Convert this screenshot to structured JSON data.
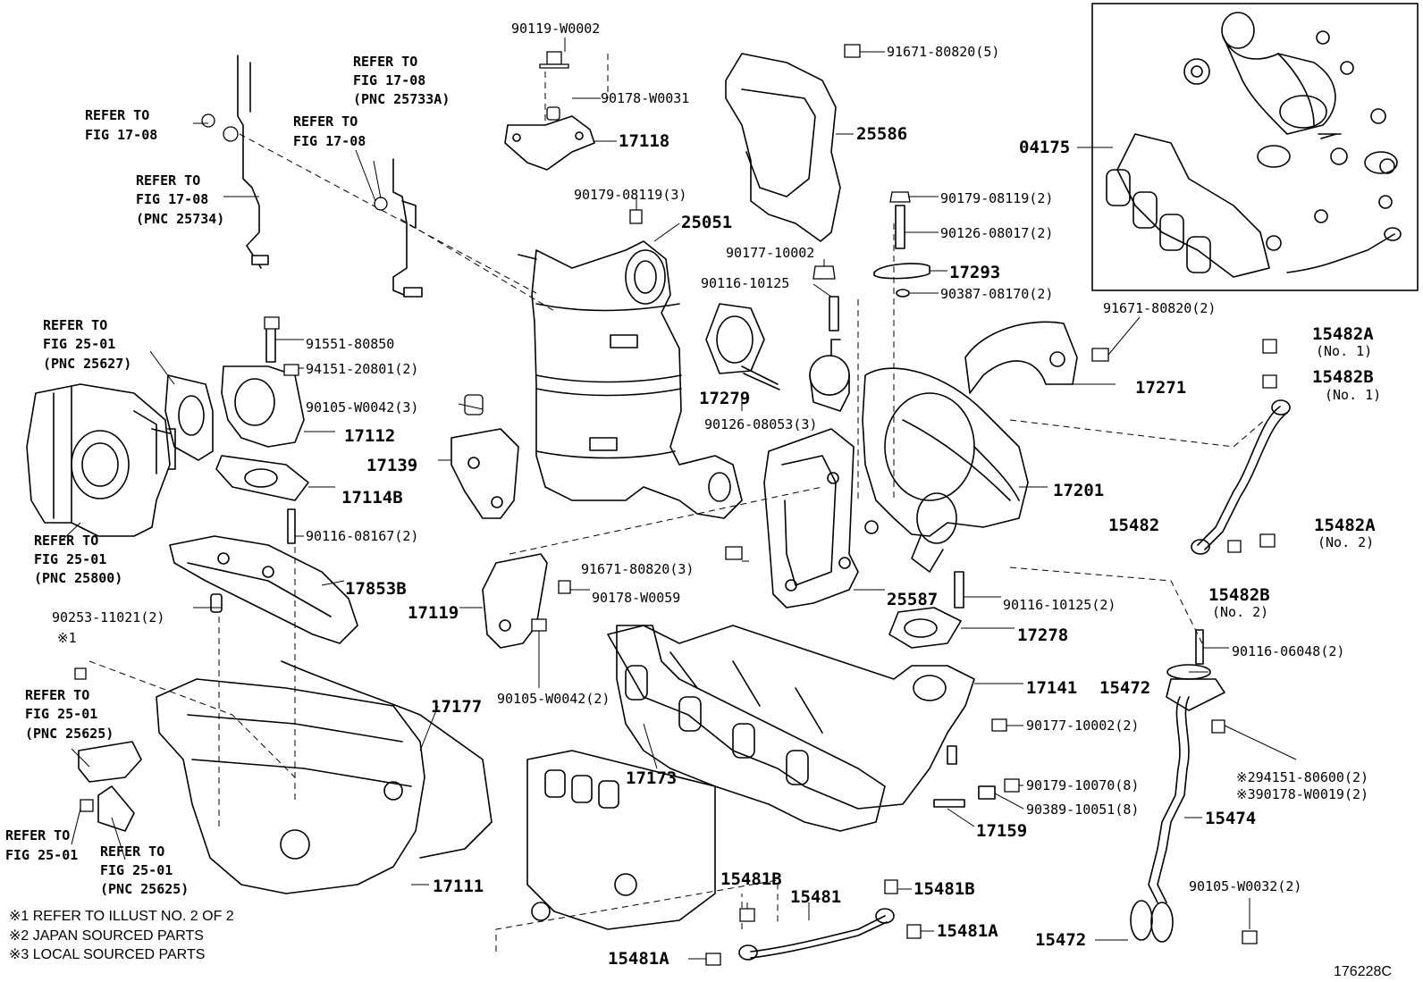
{
  "callouts": {
    "c90119": "90119-W0002",
    "c90178_31": "90178-W0031",
    "c17118": "17118",
    "c90179_3": "90179-08119(3)",
    "c25051": "25051",
    "c91671_5": "91671-80820(5)",
    "c25586": "25586",
    "c04175": "04175",
    "c90179_2": "90179-08119(2)",
    "c90126_2": "90126-08017(2)",
    "c90177_a": "90177-10002",
    "c17293": "17293",
    "c90116_a": "90116-10125",
    "c90387": "90387-08170(2)",
    "c91671_2": "91671-80820(2)",
    "c15482A1": "15482A",
    "c15482A1n": "(No. 1)",
    "c15482B1": "15482B",
    "c15482B1n": "(No. 1)",
    "c91551": "91551-80850",
    "c94151": "94151-20801(2)",
    "c17279": "17279",
    "c90126_3": "90126-08053(3)",
    "c17271": "17271",
    "c90105_3": "90105-W0042(3)",
    "c17112": "17112",
    "c17139": "17139",
    "c17114B": "17114B",
    "c17201": "17201",
    "c15482": "15482",
    "c15482A2": "15482A",
    "c15482A2n": "(No. 2)",
    "c15482B2": "15482B",
    "c15482B2n": "(No. 2)",
    "c90116_2": "90116-08167(2)",
    "c91671_3": "91671-80820(3)",
    "c17853B": "17853B",
    "c25587": "25587",
    "c17119": "17119",
    "c90178_59": "90178-W0059",
    "c90116_1012": "90116-10125(2)",
    "c90253": "90253-11021(2)",
    "c17278": "17278",
    "cmark1": "※1",
    "c90116_6048": "90116-06048(2)",
    "c90105_2": "90105-W0042(2)",
    "c17141": "17141",
    "c15472a": "15472",
    "c17177": "17177",
    "c90177_2": "90177-10002(2)",
    "c17173": "17173",
    "c94151_b": "※294151-80600(2)",
    "c90178_19": "※390178-W0019(2)",
    "c90179_8": "90179-10070(8)",
    "c90389": "90389-10051(8)",
    "c15474": "15474",
    "c17159": "17159",
    "c90105_32": "90105-W0032(2)",
    "c17111": "17111",
    "c15481B_a": "15481B",
    "c15481": "15481",
    "c15481B_b": "15481B",
    "c15481A_r": "15481A",
    "c15472b": "15472",
    "c15481A_l": "15481A",
    "diagram_code": "176228C"
  },
  "references": {
    "r1_l1": "REFER TO",
    "r1_l2": "FIG 17-08",
    "r2_l1": "REFER TO",
    "r2_l2": "FIG 17-08",
    "r2_l3": "(PNC 25733A)",
    "r3_l1": "REFER TO",
    "r3_l2": "FIG 17-08",
    "r4_l1": "REFER TO",
    "r4_l2": "FIG 17-08",
    "r4_l3": "(PNC 25734)",
    "r5_l1": "REFER TO",
    "r5_l2": "FIG 25-01",
    "r5_l3": "(PNC 25627)",
    "r6_l1": "REFER TO",
    "r6_l2": "FIG 25-01",
    "r6_l3": "(PNC 25800)",
    "r7_l1": "REFER TO",
    "r7_l2": "FIG 25-01",
    "r7_l3": "(PNC 25625)",
    "r8_l1": "REFER TO",
    "r8_l2": "FIG 25-01",
    "r9_l1": "REFER TO",
    "r9_l2": "FIG 25-01",
    "r9_l3": "(PNC 25625)"
  },
  "notes": {
    "n1": "※1  REFER TO ILLUST NO. 2 OF 2",
    "n2": "※2 JAPAN SOURCED PARTS",
    "n3": "※3 LOCAL SOURCED PARTS"
  }
}
